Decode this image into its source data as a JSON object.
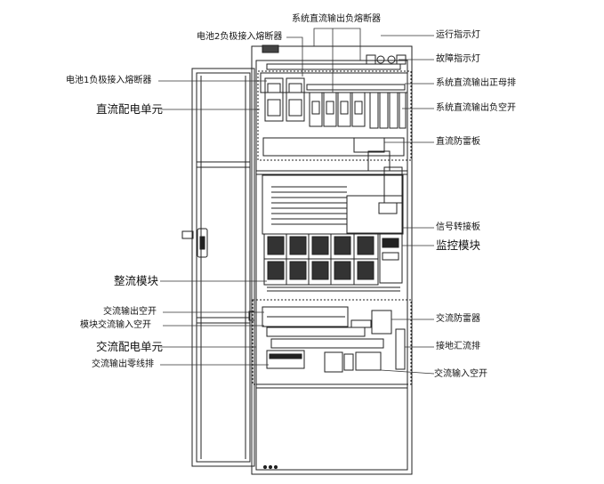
{
  "labels": {
    "sys_dc_out_neg_fuse": "系统直流输出负熔断器",
    "batt2_neg_fuse": "电池2负极接入熔断器",
    "run_indicator": "运行指示灯",
    "fault_indicator": "故障指示灯",
    "batt1_neg_fuse": "电池1负极接入熔断器",
    "sys_dc_out_pos_bus": "系统直流输出正母排",
    "dc_dist_unit": "直流配电单元",
    "sys_dc_out_neg_breaker": "系统直流输出负空开",
    "dc_lightning_board": "直流防雷板",
    "signal_adapter_board": "信号转接板",
    "monitor_module": "监控模块",
    "rectifier_module": "整流模块",
    "ac_out_breaker": "交流输出空开",
    "module_ac_in_breaker": "模块交流输入空开",
    "ac_lightning": "交流防雷器",
    "ac_dist_unit": "交流配电单元",
    "ground_bus": "接地汇流排",
    "ac_out_neutral_bus": "交流输出零线排",
    "ac_in_breaker": "交流输入空开"
  }
}
